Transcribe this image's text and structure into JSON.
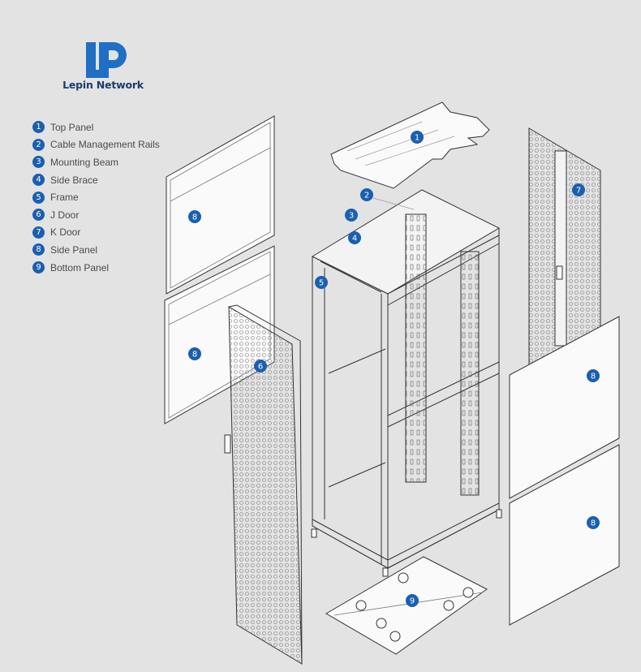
{
  "brand": {
    "name": "Lepin Network",
    "accent": "#1a5fb0"
  },
  "legend": [
    {
      "num": "1",
      "label": "Top Panel"
    },
    {
      "num": "2",
      "label": "Cable Management Rails"
    },
    {
      "num": "3",
      "label": "Mounting Beam"
    },
    {
      "num": "4",
      "label": "Side Brace"
    },
    {
      "num": "5",
      "label": "Frame"
    },
    {
      "num": "6",
      "label": "J Door"
    },
    {
      "num": "7",
      "label": "K Door"
    },
    {
      "num": "8",
      "label": "Side Panel"
    },
    {
      "num": "9",
      "label": "Bottom Panel"
    }
  ],
  "callouts": {
    "top_panel": "1",
    "cable_rails": "2",
    "mounting_beam": "3",
    "side_brace": "4",
    "frame": "5",
    "j_door": "6",
    "k_door": "7",
    "side_panel": "8",
    "bottom_panel": "9"
  }
}
